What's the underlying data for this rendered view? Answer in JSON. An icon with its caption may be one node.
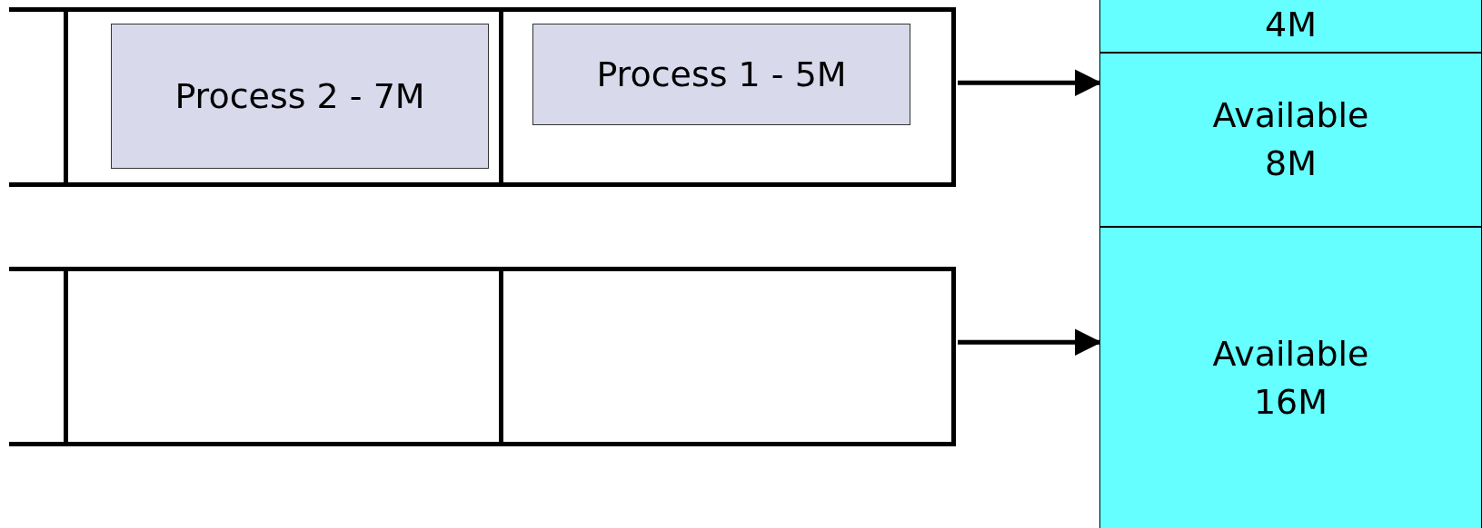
{
  "diagram": {
    "nodes": [
      {
        "text": [],
        "shape": "box"
      },
      {
        "text": [
          "Process 2 - 7M"
        ],
        "in": 0
      },
      {
        "text": [
          "Process 1 - 5M"
        ],
        "in": 0
      },
      {
        "text": [],
        "shape": "box"
      },
      {
        "text": [
          "4M"
        ]
      },
      {
        "text": [
          "Available 8M"
        ]
      },
      {
        "text": [
          "Available 16M"
        ]
      }
    ],
    "edges": [
      {
        "from": 0,
        "to": 5,
        "arrow": "to"
      },
      {
        "from": 3,
        "to": 6,
        "arrow": "to"
      }
    ]
  }
}
